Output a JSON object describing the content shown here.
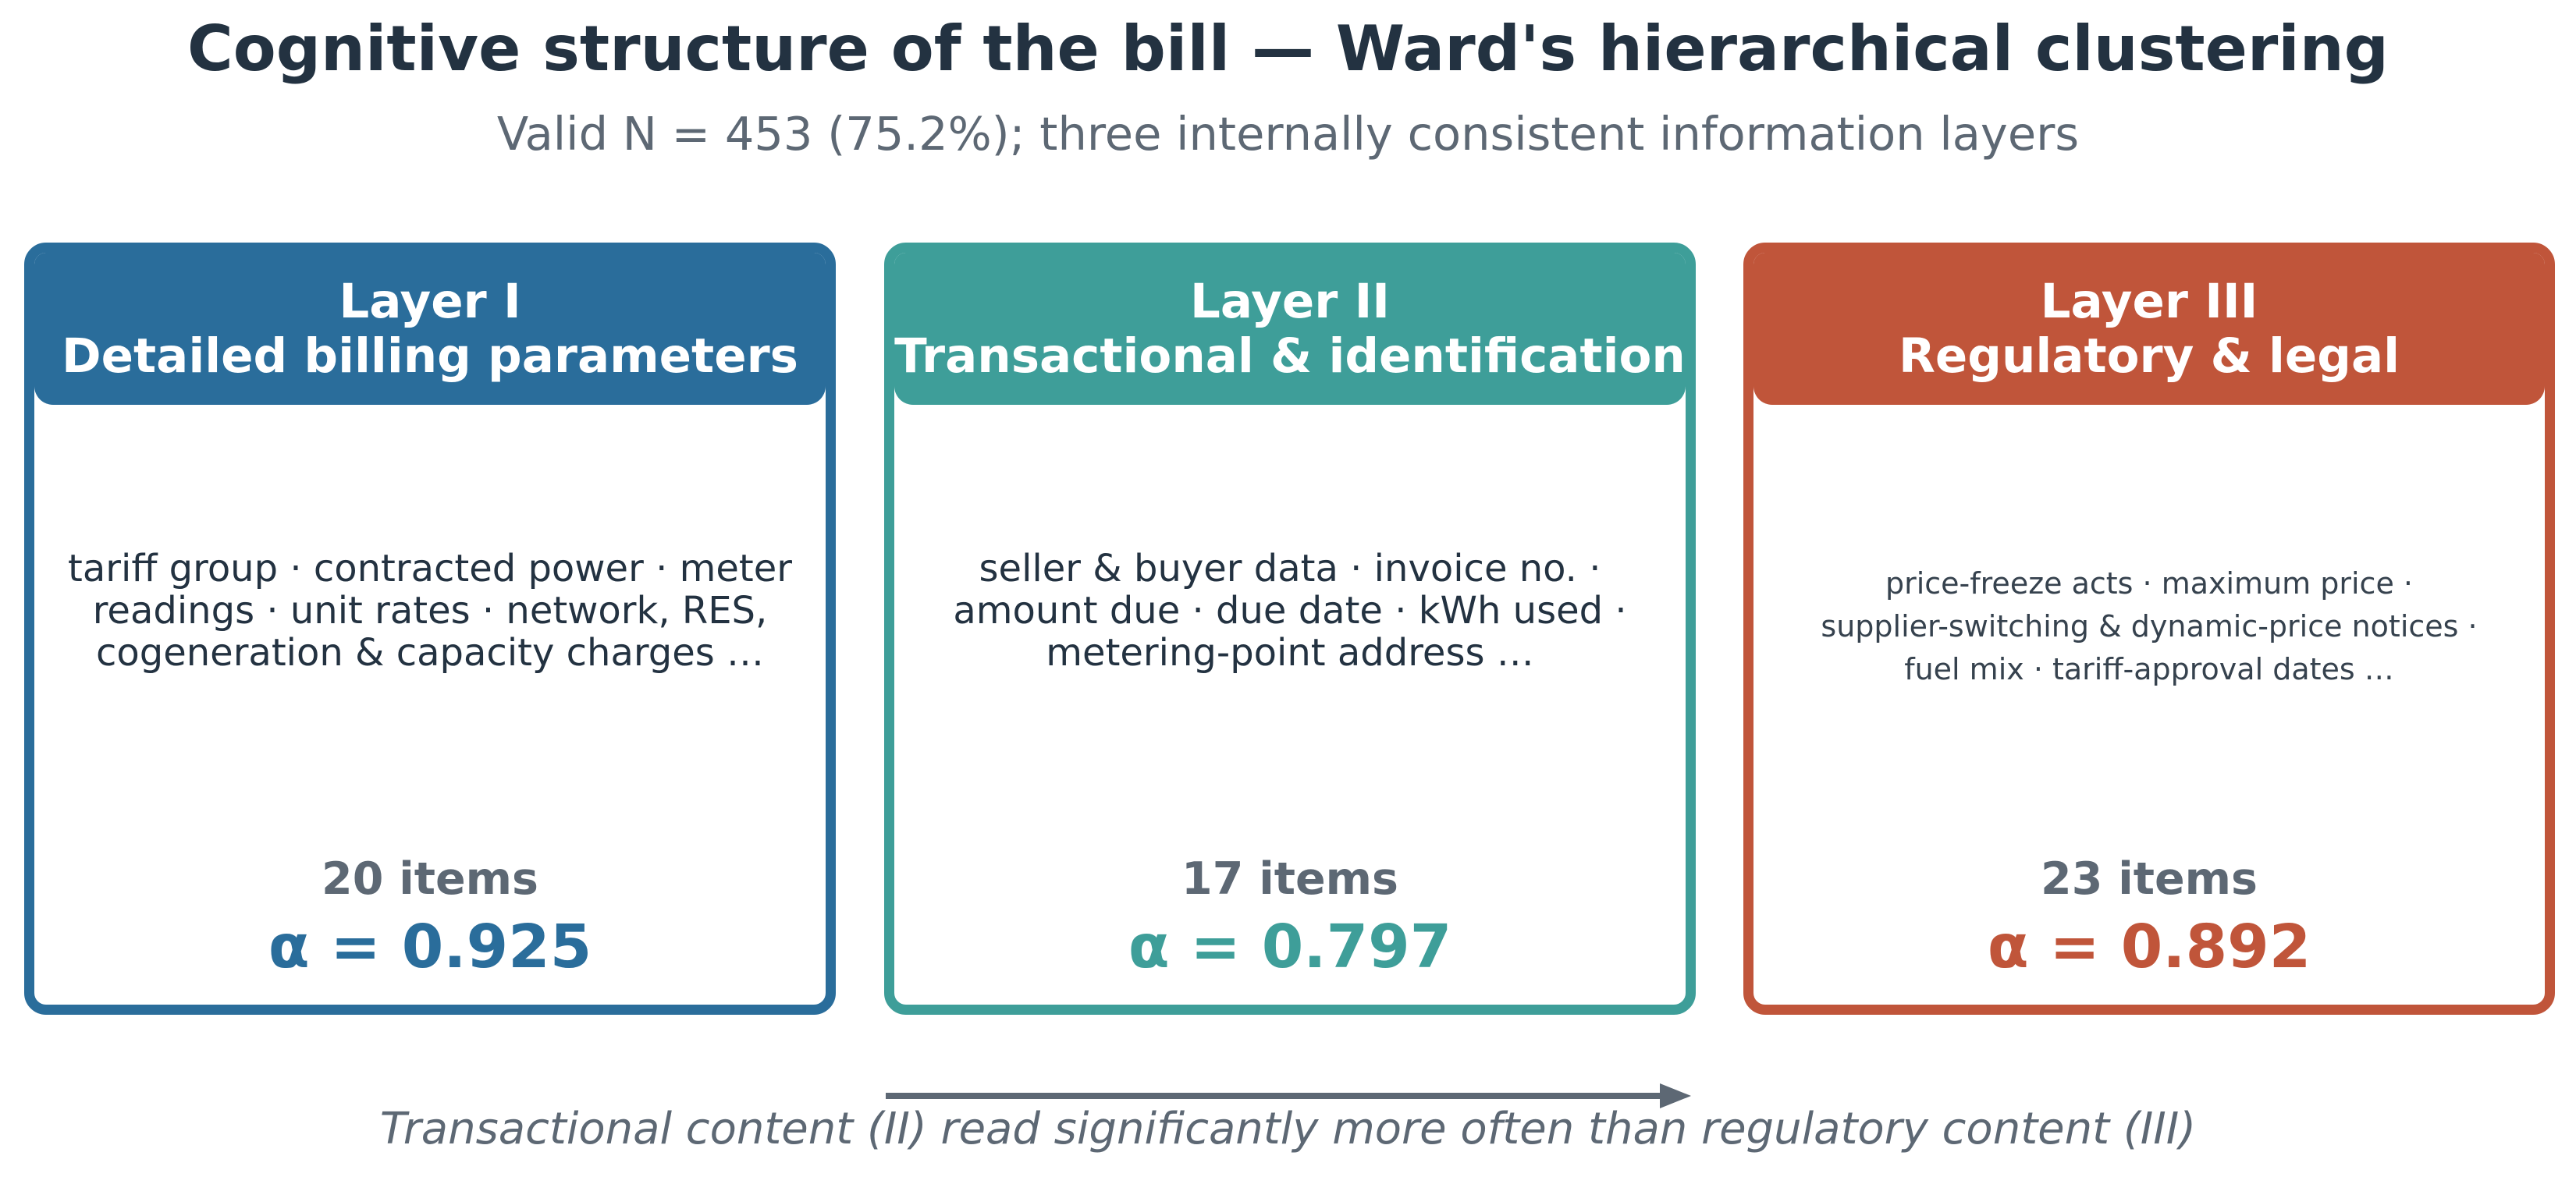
{
  "title": "Cognitive structure of the bill — Ward's hierarchical clustering",
  "subtitle": "Valid N = 453 (75.2%); three internally consistent information layers",
  "colors": {
    "layer1": "#2a6d9b",
    "layer2": "#3e9e99",
    "layer3": "#c0553a",
    "text_dark": "#233241",
    "text_muted": "#5d6874"
  },
  "layers": [
    {
      "name": "Layer I",
      "heading": "Detailed billing parameters",
      "description_lines": [
        "tariff group · contracted power · meter",
        "readings · unit rates · network, RES,",
        "cogeneration & capacity charges …"
      ],
      "items": "20 items",
      "alpha": "α = 0.925"
    },
    {
      "name": "Layer II",
      "heading": "Transactional & identification",
      "description_lines": [
        "seller & buyer data · invoice no. ·",
        "amount due · due date · kWh used ·",
        "metering-point address …"
      ],
      "items": "17 items",
      "alpha": "α = 0.797"
    },
    {
      "name": "Layer III",
      "heading": "Regulatory & legal",
      "description_lines": [
        "price-freeze acts · maximum price ·",
        "supplier-switching & dynamic-price notices ·",
        "fuel mix · tariff-approval dates …"
      ],
      "items": "23 items",
      "alpha": "α = 0.892"
    }
  ],
  "footnote": "Transactional content (II) read significantly more often than regulatory content (III)",
  "arrow_icon": "arrow-right-icon"
}
